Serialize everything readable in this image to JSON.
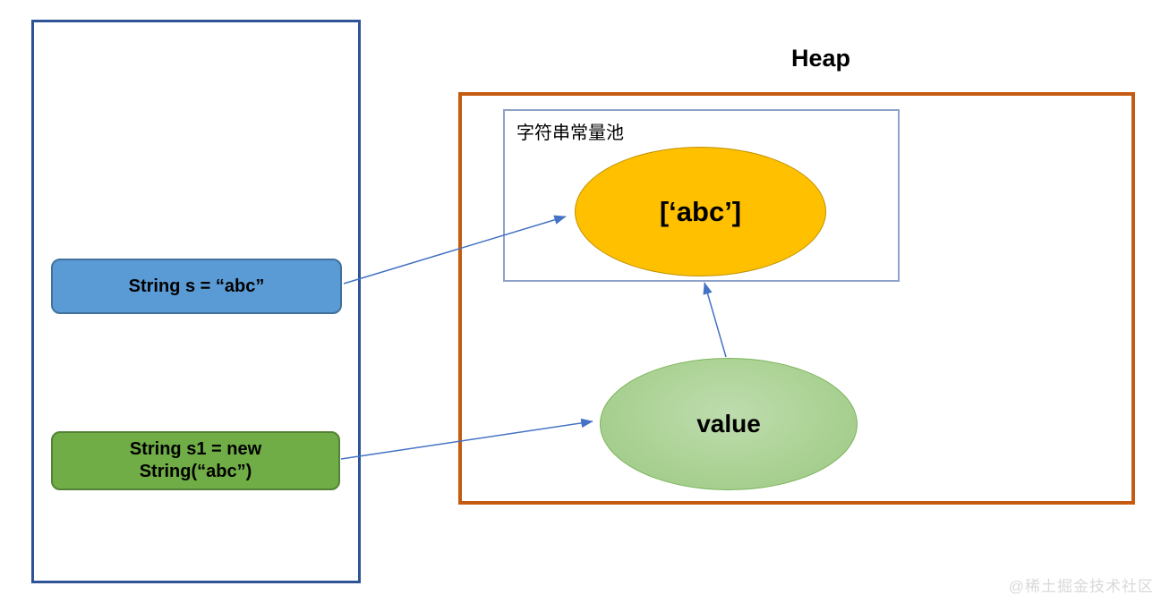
{
  "colors": {
    "frame_border": "#2F5496",
    "heap_border": "#C55A11",
    "pool_border": "#8FA3C8",
    "blue_box_fill": "#5B9BD5",
    "blue_box_border": "#41719C",
    "green_box_fill": "#70AD47",
    "green_box_border": "#548235",
    "orange_ellipse_fill": "#FFC000",
    "orange_ellipse_border": "#C09100",
    "green_ellipse_border": "#7CB45B",
    "arrow": "#4472C4",
    "text": "#000000",
    "watermark": "#D9D9D9"
  },
  "stack": {
    "string_s_label": "String s = “abc”",
    "string_s1_line1": "String s1 = new",
    "string_s1_line2": "String(“abc”)"
  },
  "heap": {
    "title": "Heap",
    "pool_label": "字符串常量池",
    "pool_ellipse_label": "[‘abc’]",
    "value_ellipse_label": "value"
  },
  "watermark": "@稀土掘金技术社区"
}
